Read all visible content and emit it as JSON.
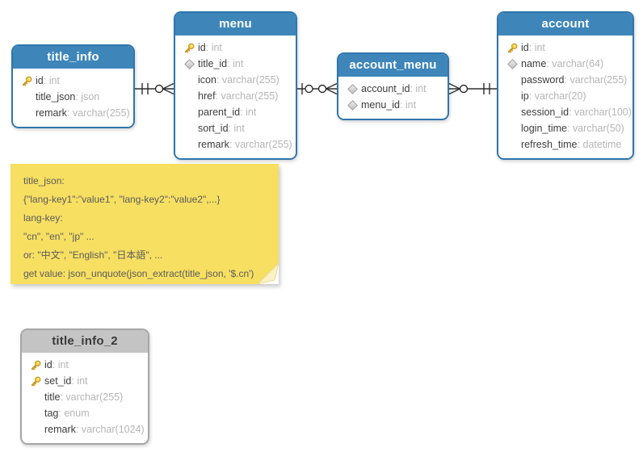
{
  "diagram": {
    "tables": [
      {
        "name": "title_info",
        "theme": "blue",
        "columns": [
          {
            "name": "id",
            "type": "int",
            "icon": "key"
          },
          {
            "name": "title_json",
            "type": "json",
            "icon": "none"
          },
          {
            "name": "remark",
            "type": "varchar(255)",
            "icon": "none"
          }
        ]
      },
      {
        "name": "menu",
        "theme": "blue",
        "columns": [
          {
            "name": "id",
            "type": "int",
            "icon": "key"
          },
          {
            "name": "title_id",
            "type": "int",
            "icon": "diamond"
          },
          {
            "name": "icon",
            "type": "varchar(255)",
            "icon": "none"
          },
          {
            "name": "href",
            "type": "varchar(255)",
            "icon": "none"
          },
          {
            "name": "parent_id",
            "type": "int",
            "icon": "none"
          },
          {
            "name": "sort_id",
            "type": "int",
            "icon": "none"
          },
          {
            "name": "remark",
            "type": "varchar(255)",
            "icon": "none"
          }
        ]
      },
      {
        "name": "account_menu",
        "theme": "blue",
        "columns": [
          {
            "name": "account_id",
            "type": "int",
            "icon": "diamond"
          },
          {
            "name": "menu_id",
            "type": "int",
            "icon": "diamond"
          }
        ]
      },
      {
        "name": "account",
        "theme": "blue",
        "columns": [
          {
            "name": "id",
            "type": "int",
            "icon": "key"
          },
          {
            "name": "name",
            "type": "varchar(64)",
            "icon": "diamond"
          },
          {
            "name": "password",
            "type": "varchar(255)",
            "icon": "none"
          },
          {
            "name": "ip",
            "type": "varchar(20)",
            "icon": "none"
          },
          {
            "name": "session_id",
            "type": "varchar(100)",
            "icon": "none"
          },
          {
            "name": "login_time",
            "type": "varchar(50)",
            "icon": "none"
          },
          {
            "name": "refresh_time",
            "type": "datetime",
            "icon": "none"
          }
        ]
      },
      {
        "name": "title_info_2",
        "theme": "gray",
        "columns": [
          {
            "name": "id",
            "type": "int",
            "icon": "key"
          },
          {
            "name": "set_id",
            "type": "int",
            "icon": "key"
          },
          {
            "name": "title",
            "type": "varchar(255)",
            "icon": "none"
          },
          {
            "name": "tag",
            "type": "enum",
            "icon": "none"
          },
          {
            "name": "remark",
            "type": "varchar(1024)",
            "icon": "none"
          }
        ]
      }
    ],
    "relationships": [
      {
        "from": "title_info",
        "to": "menu",
        "from_cardinality": "one-and-only-one",
        "to_cardinality": "zero-or-many"
      },
      {
        "from": "menu",
        "to": "account_menu",
        "from_cardinality": "zero-or-one",
        "to_cardinality": "zero-or-many"
      },
      {
        "from": "account_menu",
        "to": "account",
        "from_cardinality": "zero-or-many",
        "to_cardinality": "one-and-only-one"
      }
    ],
    "note": {
      "lines": [
        "title_json:",
        "{\"lang-key1\":\"value1\", \"lang-key2\":\"value2\",...}",
        "lang-key:",
        "\"cn\", \"en\", \"jp\" ...",
        "or: \"中文\", \"English\", \"日本語\", ...",
        "get value: json_unquote(json_extract(title_json, '$.cn')"
      ]
    },
    "colors": {
      "header_blue": "#3e86ba",
      "border_blue": "#2f76ac",
      "header_gray": "#c4c4c4",
      "border_gray": "#a6a6a6",
      "note_yellow": "#f7df62",
      "field_name": "#3d3d3d",
      "field_type": "#b5b5b5",
      "connector": "#2d2d2d",
      "key_gold": "#f9d34f"
    }
  }
}
